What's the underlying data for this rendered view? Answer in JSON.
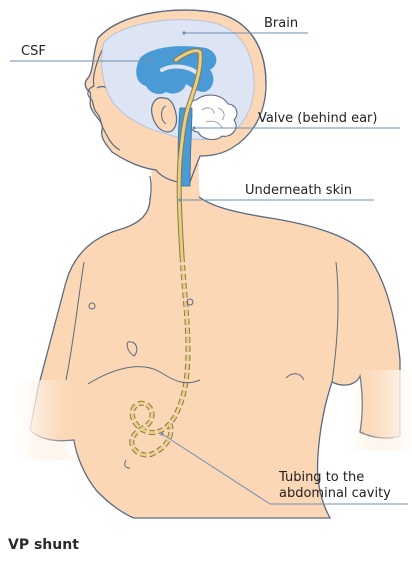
{
  "labels": {
    "brain": "Brain",
    "csf": "CSF",
    "valve": "Valve (behind ear)",
    "skin": "Underneath skin",
    "tubing_line1": "Tubing to the",
    "tubing_line2": "abdominal cavity"
  },
  "caption": "VP shunt",
  "colors": {
    "skin": "#fbd7b5",
    "skin_outline": "#5a6a80",
    "brain": "#dde4f3",
    "ventricle": "#4a9ad6",
    "tube": "#e8cf86",
    "leader": "#6f8fb5"
  }
}
